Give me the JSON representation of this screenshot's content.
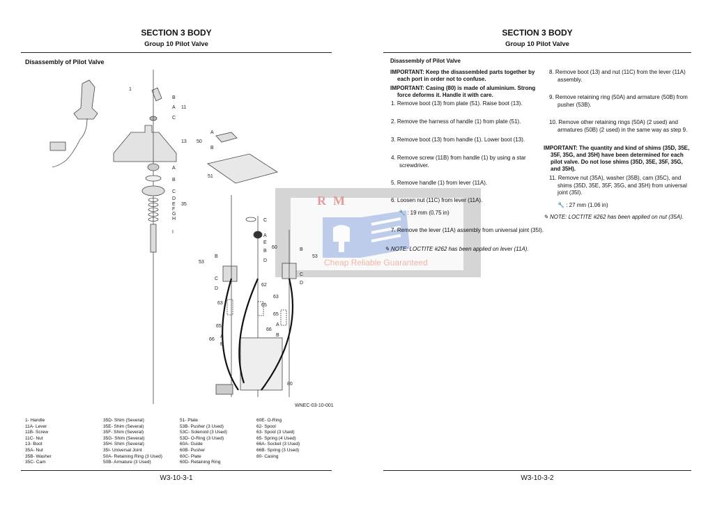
{
  "left_page": {
    "section": "SECTION 3 BODY",
    "group": "Group 10 Pilot Valve",
    "heading": "Disassembly of Pilot Valve",
    "footer": "W3-10-3-1",
    "diagram": {
      "code": "WNEC-03-10-001",
      "labels": [
        "1",
        "B",
        "A",
        "11",
        "C",
        "13",
        "A",
        "B",
        "C",
        "D",
        "E",
        "35",
        "F",
        "G",
        "H",
        "I",
        "A",
        "50",
        "B",
        "51",
        "C",
        "A",
        "E",
        "B",
        "D",
        "60",
        "B",
        "53",
        "C",
        "D",
        "62",
        "63",
        "65",
        "B",
        "53",
        "C",
        "D",
        "63",
        "65",
        "A",
        "66",
        "B",
        "65",
        "A",
        "66",
        "B",
        "80"
      ]
    },
    "legend": [
      [
        "1-    Handle",
        "11A- Lever",
        "11B- Screw",
        "11C- Nut",
        "13-   Boot",
        "35A- Nut",
        "35B- Washer",
        "35C- Cam"
      ],
      [
        "35D- Shim (Several)",
        "35E- Shim (Several)",
        "35F- Shim (Several)",
        "35G- Shim (Several)",
        "35H- Shim (Several)",
        "35I-  Universal Joint",
        "50A- Retaining Ring (3 Used)",
        "50B- Armature (3 Used)"
      ],
      [
        "51-   Plate",
        "53B- Pusher (3 Used)",
        "53C- Solenoid (3 Used)",
        "53D- O-Ring (3 Used)",
        "60A- Guide",
        "60B- Pusher",
        "60C- Plate",
        "60D- Retaining Ring"
      ],
      [
        "60E- O-Ring",
        "62-   Spool",
        "63-   Spool (3 Used)",
        "65-   Spring (4 Used)",
        "66A- Socket (3 Used)",
        "66B- Spring (3 Used)",
        "80-   Casing"
      ]
    ]
  },
  "right_page": {
    "section": "SECTION 3 BODY",
    "group": "Group 10 Pilot Valve",
    "heading": "Disassembly of Pilot Valve",
    "footer": "W3-10-3-2",
    "important1": "IMPORTANT:   Keep the disassembled parts together by each port in order not to confuse.",
    "important2": "IMPORTANT:   Casing (80) is made of aluminium. Strong force deforms it. Handle it with care.",
    "steps": [
      "1.  Remove boot (13) from plate (51). Raise boot (13).",
      "2.  Remove the harness of handle (1) from plate (51).",
      "3.  Remove boot (13) from handle (1). Lower boot (13).",
      "4.  Remove screw (11B) from handle (1) by using a star screwdriver.",
      "5.  Remove handle (1) from lever (11A).",
      "6.  Loosen nut (11C) from lever (11A).",
      "7.  Remove the lever (11A) assembly from universal joint (35I).",
      "8.  Remove boot (13) and nut (11C) from the lever (11A) assembly.",
      "9.  Remove retaining ring (50A) and armature (50B) from pusher (53B).",
      "10. Remove other retaining rings (50A) (2 used) and armatures (50B) (2 used) in the same way as step 9.",
      "11. Remove nut (35A), washer (35B), cam (35C), and shims (35D, 35E, 35F, 35G, and 35H) from universal joint (35I)."
    ],
    "wrench1": ": 19 mm (0.75 in)",
    "note1": "NOTE:   LOCTITE #262 has been applied on lever (11A).",
    "important3": "IMPORTANT:   The quantity and kind of shims (35D, 35E, 35F, 35G, and 35H) have been determined for each pilot valve. Do not lose shims (35D, 35E, 35F, 35G, and 35H).",
    "wrench2": ": 27 mm (1.06 in)",
    "note2": "NOTE:   LOCTITE #262 has been applied on nut (35A)."
  },
  "watermark": {
    "letters": "RM",
    "tagline": "Cheap Reliable Guaranteed",
    "colors": {
      "red": "#e39a9a",
      "blue": "#8fa8e0",
      "gray": "#b9b9b9"
    }
  }
}
